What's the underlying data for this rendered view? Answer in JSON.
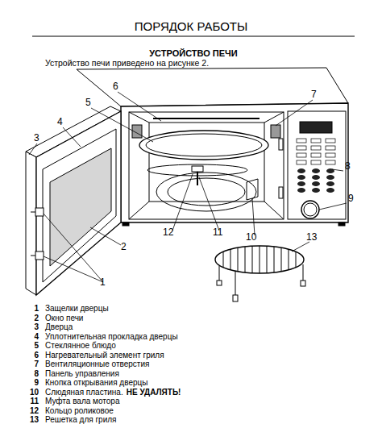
{
  "diagram": {
    "title": "ПОРЯДОК РАБОТЫ",
    "labels": [
      "УСТРОЙСТВО ПЕЧИ",
      "Устройство печи приведено на рисунке 2.",
      "6",
      "7",
      "5",
      "4",
      "3",
      "8",
      "9",
      "2",
      "12",
      "11",
      "10",
      "13",
      "1",
      "1",
      "Защелки дверцы",
      "2",
      "Окно печи",
      "3",
      "Дверца",
      "4",
      "Уплотнительная прокладка дверцы",
      "5",
      "Стеклянное блюдо",
      "6",
      "Нагревательный элемент гриля",
      "7",
      "Вентиляционные отверстия",
      "8",
      "Панель управления",
      "9",
      "Кнопка открывания дверцы",
      "10",
      "Слюдяная пластина.",
      "НЕ УДАЛЯТЬ!",
      "11",
      "Муфта вала мотора",
      "12",
      "Кольцо роликовое",
      "13",
      "Решетка для гриля"
    ]
  }
}
